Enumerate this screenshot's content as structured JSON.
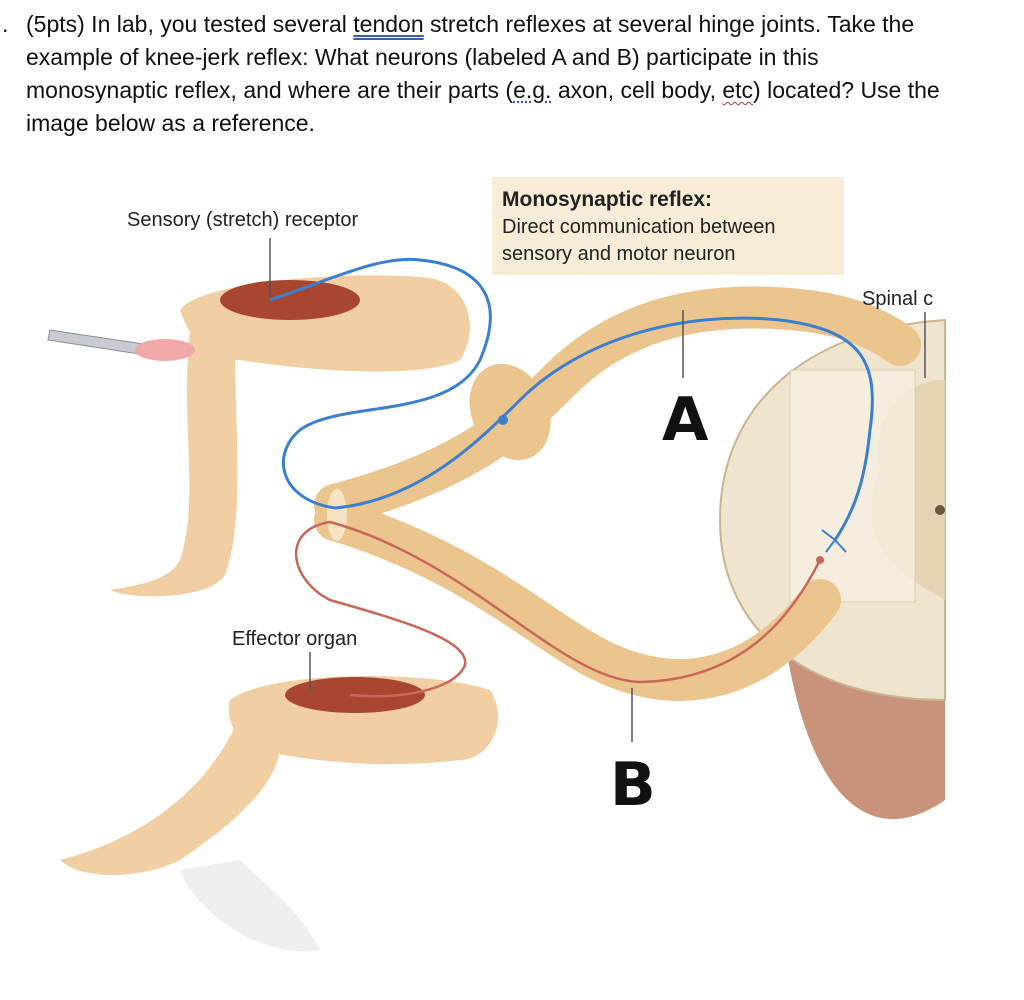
{
  "question": {
    "bullet": ".",
    "line1_a": "(5pts) In lab, you tested several ",
    "line1_u": "tendon",
    "line1_b": " stretch reflexes at several hinge joints. Take the",
    "line2": "example of knee-jerk reflex: What neurons (labeled A and B) participate in this",
    "line3_a": "monosynaptic reflex, and where are their parts (",
    "line3_eg": "e.g.",
    "line3_b": " axon, cell body, ",
    "line3_etc": "etc",
    "line3_c": ") located? Use the",
    "line4": "image below as a reference."
  },
  "diagram": {
    "callout_title": "Monosynaptic reflex:",
    "callout_line1": "Direct communication between",
    "callout_line2": "sensory and motor neuron",
    "label_receptor": "Sensory (stretch) receptor",
    "label_effector": "Effector organ",
    "label_spinal": "Spinal c",
    "label_a": "A",
    "label_b": "B",
    "colors": {
      "sensory_neuron": "#3a7fd0",
      "motor_neuron": "#c8685a",
      "nerve": "#ecc58e",
      "skin": "#f1cfa3",
      "muscle": "#a8462f",
      "spinal_cord": "#efe4cd",
      "callout_bg": "#f7ecd6"
    }
  }
}
